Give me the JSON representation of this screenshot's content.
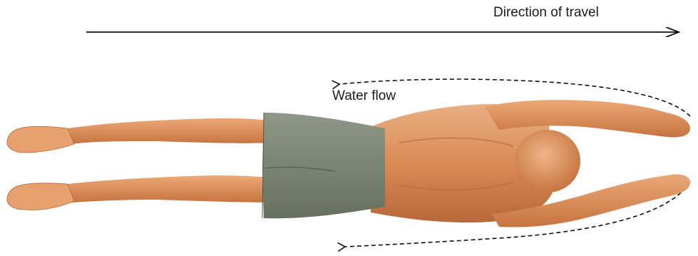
{
  "labels": {
    "direction_of_travel": "Direction of travel",
    "water_flow": "Water flow"
  },
  "colors": {
    "skin_light": "#e8a06a",
    "skin_mid": "#d07c48",
    "skin_dark": "#a85a30",
    "shorts": "#7f8a78",
    "shorts_dark": "#5f6a58",
    "arrow": "#111111"
  },
  "figure": {
    "subject": "swimmer-prone-streamline",
    "orientation": "head-right"
  }
}
